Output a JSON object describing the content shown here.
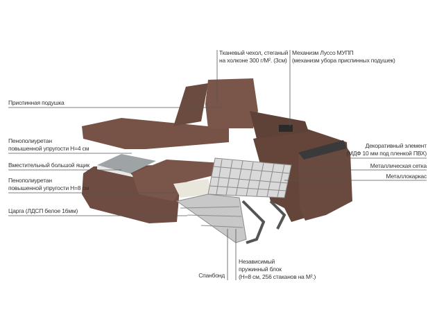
{
  "labels": {
    "back_cushion": "Приспинная подушка",
    "foam4_l1": "Пенополиуретан",
    "foam4_l2": "повышенной упругости Н=4 см",
    "storage_box": "Вместительный большой ящик",
    "foam8_l1": "Пенополиуретан",
    "foam8_l2": "повышенной упругости Н=8 см",
    "frame_panel": "Царга (ЛДСП белое 16мм)",
    "cover_l1": "Тканевый чехол, стеганый",
    "cover_l2": "на холконе 300 г/М². (3см)",
    "mechanism_l1": "Механизм Луссо МУПП",
    "mechanism_l2": "(механизм убора приспинных подушек)",
    "decor_l1": "Декоративный элемент",
    "decor_l2": "(МДФ 10 мм под пленкой ПВХ)",
    "metal_mesh": "Металлическая сетка",
    "metal_frame": "Металлокаркас",
    "spunbond": "Спанбонд",
    "spring_l1": "Независимый",
    "spring_l2": "пружинный блок",
    "spring_l3": "(Н=8 см, 256 стаканов на М².)"
  },
  "colors": {
    "upholstery": "#6b4a40",
    "leader": "#555555",
    "metal": "#8a8a8a"
  }
}
